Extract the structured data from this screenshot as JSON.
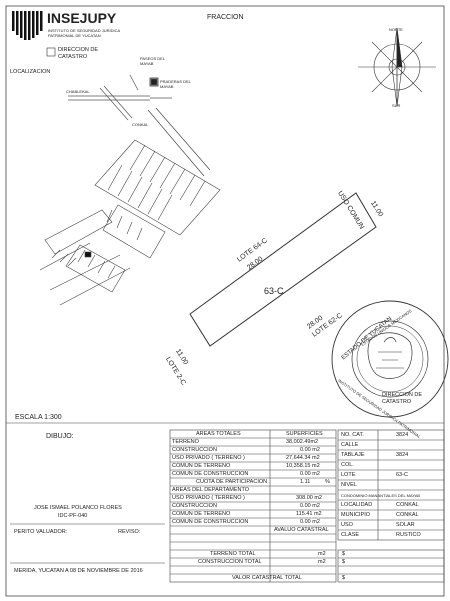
{
  "header": {
    "logo_text": "INSEJUPY",
    "subtitle": "INSTITUTO DE SEGURIDAD JURIDICA PATRIMONIAL DE YUCATAN",
    "department": "DIRECCION DE CATASTRO",
    "title": "FRACCION"
  },
  "location": {
    "label": "LOCALIZACION",
    "places": [
      "PASEOS DEL MAYAB",
      "PRADERAS DEL MAYAB",
      "CHABLEKAL",
      "CONKAL"
    ]
  },
  "compass": {
    "north": "NORTE",
    "south": "SUR"
  },
  "lot": {
    "center_label": "63-C",
    "top_side": "LOTE 64-C",
    "top_dim": "28.00",
    "bottom_side": "LOTE 62-C",
    "bottom_dim": "28.00",
    "right_side": "USO COMUN",
    "right_dim": "11.00",
    "left_side": "LOTE 2-C",
    "left_dim": "11.00"
  },
  "seal": {
    "top": "ESTADO DE YUCATAN",
    "inner": "ESTADOS UNIDOS MEXICANOS",
    "bottom": "INSTITUTO DE SEGURIDAD JURIDICA PATRIMONIAL",
    "right": "DIRECCION DE CATASTRO"
  },
  "scale": "ESCALA  1:300",
  "left_block": {
    "drawn_label": "DIBUJO:",
    "drawer_name": "JOSE ISMAEL POLANCO FLORES",
    "drawer_id": "IDC-PF-040",
    "valuer_label": "PERITO VALUADOR:",
    "reviewed_label": "REVISO:",
    "place_date": "MERIDA, YUCATAN A 08 DE NOVIEMBRE DE 2016"
  },
  "areas": {
    "header_left": "AREAS TOTALES",
    "header_right": "SUPERFICIES",
    "rows": [
      {
        "label": "TERRENO",
        "value": "38,002.49m2"
      },
      {
        "label": "CONSTRUCCION",
        "value": "0.00 m2"
      },
      {
        "label": "USO PRIVADO ( TERRENO )",
        "value": "27,644.34 m2"
      },
      {
        "label": "COMUN DE TERRENO",
        "value": "10,358.15 m2"
      },
      {
        "label": "COMUN DE CONSTRUCCION",
        "value": "0.00 m2"
      }
    ],
    "quota_label": "CUOTA DE PARTICIPACION",
    "quota_value": "1.11",
    "quota_unit": "%",
    "dept_header": "AREAS DEL DEPARTAMENTO",
    "dept_rows": [
      {
        "label": "USO PRIVADO ( TERRENO )",
        "value": "308.00 m2"
      },
      {
        "label": "CONSTRUCCION",
        "value": "0.00 m2"
      },
      {
        "label": "COMUN DE TERRENO",
        "value": "115.41 m2"
      },
      {
        "label": "COMUN DE CONSTRUCCION",
        "value": "0.00 m2"
      }
    ],
    "valuation_header": "AVALUO CATASTRAL",
    "valuation_rows": [
      {
        "label": "TERRENO TOTAL",
        "unit": "m2",
        "currency": "$"
      },
      {
        "label": "CONSTRUCCION TOTAL",
        "unit": "m2",
        "currency": "$"
      },
      {
        "label": "VALOR CATASTRAL TOTAL",
        "unit": "",
        "currency": "$"
      }
    ]
  },
  "cadastral": {
    "rows": [
      {
        "label": "NO. CAT.",
        "value": "3824"
      },
      {
        "label": "CALLE",
        "value": ""
      },
      {
        "label": "TABLAJE",
        "value": "3824"
      },
      {
        "label": "COL.",
        "value": ""
      },
      {
        "label": "LOTE",
        "value": "63-C"
      },
      {
        "label": "NIVEL",
        "value": ""
      },
      {
        "label": "CONDOMINIO MANANTIALES DEL MAYAB",
        "value": ""
      },
      {
        "label": "LOCALIDAD",
        "value": "CONKAL"
      },
      {
        "label": "MUNICIPIO",
        "value": "CONKAL"
      },
      {
        "label": "USO",
        "value": "SOLAR"
      },
      {
        "label": "CLASE",
        "value": "RUSTICO"
      }
    ]
  }
}
